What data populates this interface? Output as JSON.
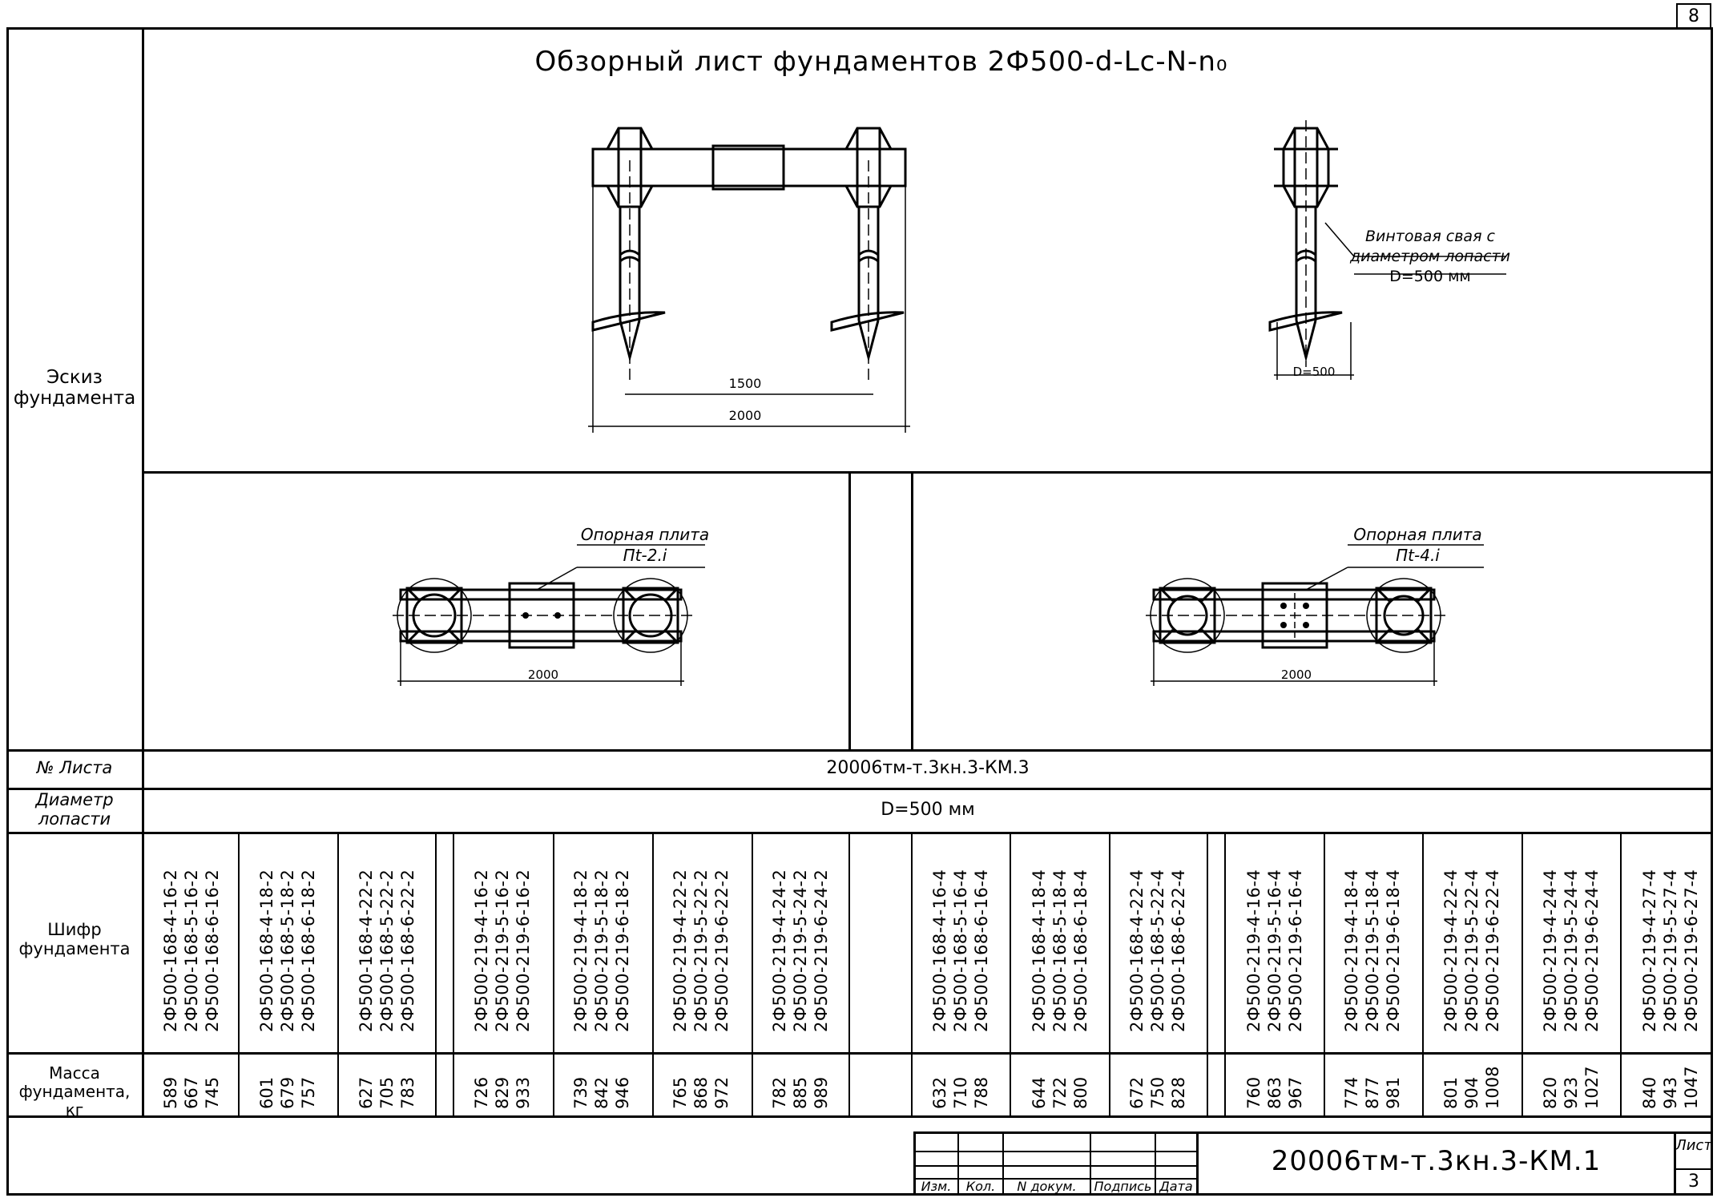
{
  "sheet_corner_number": "8",
  "title": "Обзорный лист фундаментов 2Ф500-d-Lc-N-n₀",
  "row_labels": {
    "sketch": "Эскиз фундамента",
    "sheet_no": "№ Листа",
    "blade_diameter": "Диаметр лопасти",
    "code": "Шифр фундамента",
    "mass": "Масса фундамента, кг"
  },
  "sketch": {
    "dim_1500": "1500",
    "dim_2000": "2000",
    "pile_note_line1": "Винтовая свая с",
    "pile_note_line2": "диаметром лопасти",
    "pile_note_line3": "D=500 мм",
    "dim_d500": "D=500",
    "plan_left_label_line1": "Опорная плита",
    "plan_left_label_line2": "Пt-2.i",
    "plan_left_dim": "2000",
    "plan_right_label_line1": "Опорная плита",
    "plan_right_label_line2": "Пt-4.i",
    "plan_right_dim": "2000"
  },
  "sheet_ref": "20006тм-т.3кн.3-КМ.3",
  "diameter_value": "D=500 мм",
  "columns": [
    {
      "codes": [
        "2Ф500-168-4-16-2",
        "2Ф500-168-5-16-2",
        "2Ф500-168-6-16-2"
      ],
      "mass": [
        "589",
        "667",
        "745"
      ]
    },
    {
      "codes": [
        "2Ф500-168-4-18-2",
        "2Ф500-168-5-18-2",
        "2Ф500-168-6-18-2"
      ],
      "mass": [
        "601",
        "679",
        "757"
      ]
    },
    {
      "codes": [
        "2Ф500-168-4-22-2",
        "2Ф500-168-5-22-2",
        "2Ф500-168-6-22-2"
      ],
      "mass": [
        "627",
        "705",
        "783"
      ]
    },
    {
      "codes": [
        "2Ф500-219-4-16-2",
        "2Ф500-219-5-16-2",
        "2Ф500-219-6-16-2"
      ],
      "mass": [
        "726",
        "829",
        "933"
      ]
    },
    {
      "codes": [
        "2Ф500-219-4-18-2",
        "2Ф500-219-5-18-2",
        "2Ф500-219-6-18-2"
      ],
      "mass": [
        "739",
        "842",
        "946"
      ]
    },
    {
      "codes": [
        "2Ф500-219-4-22-2",
        "2Ф500-219-5-22-2",
        "2Ф500-219-6-22-2"
      ],
      "mass": [
        "765",
        "868",
        "972"
      ]
    },
    {
      "codes": [
        "2Ф500-219-4-24-2",
        "2Ф500-219-5-24-2",
        "2Ф500-219-6-24-2"
      ],
      "mass": [
        "782",
        "885",
        "989"
      ]
    },
    {
      "codes": [
        "2Ф500-168-4-16-4",
        "2Ф500-168-5-16-4",
        "2Ф500-168-6-16-4"
      ],
      "mass": [
        "632",
        "710",
        "788"
      ]
    },
    {
      "codes": [
        "2Ф500-168-4-18-4",
        "2Ф500-168-5-18-4",
        "2Ф500-168-6-18-4"
      ],
      "mass": [
        "644",
        "722",
        "800"
      ]
    },
    {
      "codes": [
        "2Ф500-168-4-22-4",
        "2Ф500-168-5-22-4",
        "2Ф500-168-6-22-4"
      ],
      "mass": [
        "672",
        "750",
        "828"
      ]
    },
    {
      "codes": [
        "2Ф500-219-4-16-4",
        "2Ф500-219-5-16-4",
        "2Ф500-219-6-16-4"
      ],
      "mass": [
        "760",
        "863",
        "967"
      ]
    },
    {
      "codes": [
        "2Ф500-219-4-18-4",
        "2Ф500-219-5-18-4",
        "2Ф500-219-6-18-4"
      ],
      "mass": [
        "774",
        "877",
        "981"
      ]
    },
    {
      "codes": [
        "2Ф500-219-4-22-4",
        "2Ф500-219-5-22-4",
        "2Ф500-219-6-22-4"
      ],
      "mass": [
        "801",
        "904",
        "1008"
      ]
    },
    {
      "codes": [
        "2Ф500-219-4-24-4",
        "2Ф500-219-5-24-4",
        "2Ф500-219-6-24-4"
      ],
      "mass": [
        "820",
        "923",
        "1027"
      ]
    },
    {
      "codes": [
        "2Ф500-219-4-27-4",
        "2Ф500-219-5-27-4",
        "2Ф500-219-6-27-4"
      ],
      "mass": [
        "840",
        "943",
        "1047"
      ]
    }
  ],
  "title_block": {
    "headers": [
      "Изм.",
      "Кол.",
      "N докум.",
      "Подпись",
      "Дата"
    ],
    "document_code": "20006тм-т.3кн.3-КМ.1",
    "sheet_label": "Лист",
    "sheet_number": "3"
  }
}
